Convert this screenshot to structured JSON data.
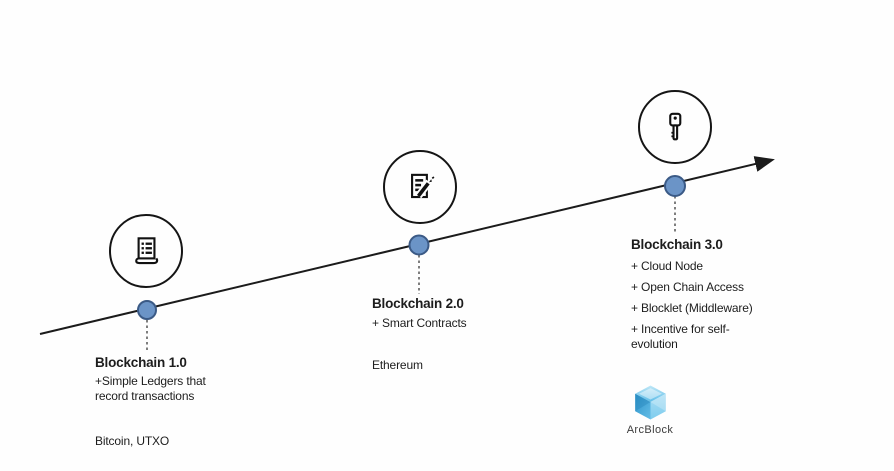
{
  "colors": {
    "dot_fill": "#6b94c7",
    "dot_border": "#3b5a86",
    "axis": "#1b1b1b",
    "text": "#1d1d1d",
    "logo_blue": "#4fb3e2"
  },
  "milestones": [
    {
      "title": "Blockchain 1.0",
      "icon": "ledger-scroll-icon",
      "features": [
        "+Simple Ledgers that record transactions"
      ],
      "example": "Bitcoin, UTXO"
    },
    {
      "title": "Blockchain 2.0",
      "icon": "smart-contract-icon",
      "features": [
        "+ Smart Contracts"
      ],
      "example": "Ethereum"
    },
    {
      "title": "Blockchain 3.0",
      "icon": "key-icon",
      "features": [
        "+ Cloud Node",
        "+ Open Chain Access",
        "+ Blocklet (Middleware)",
        "+ Incentive for self-evolution"
      ],
      "example": ""
    }
  ],
  "logo": {
    "label": "ArcBlock"
  }
}
